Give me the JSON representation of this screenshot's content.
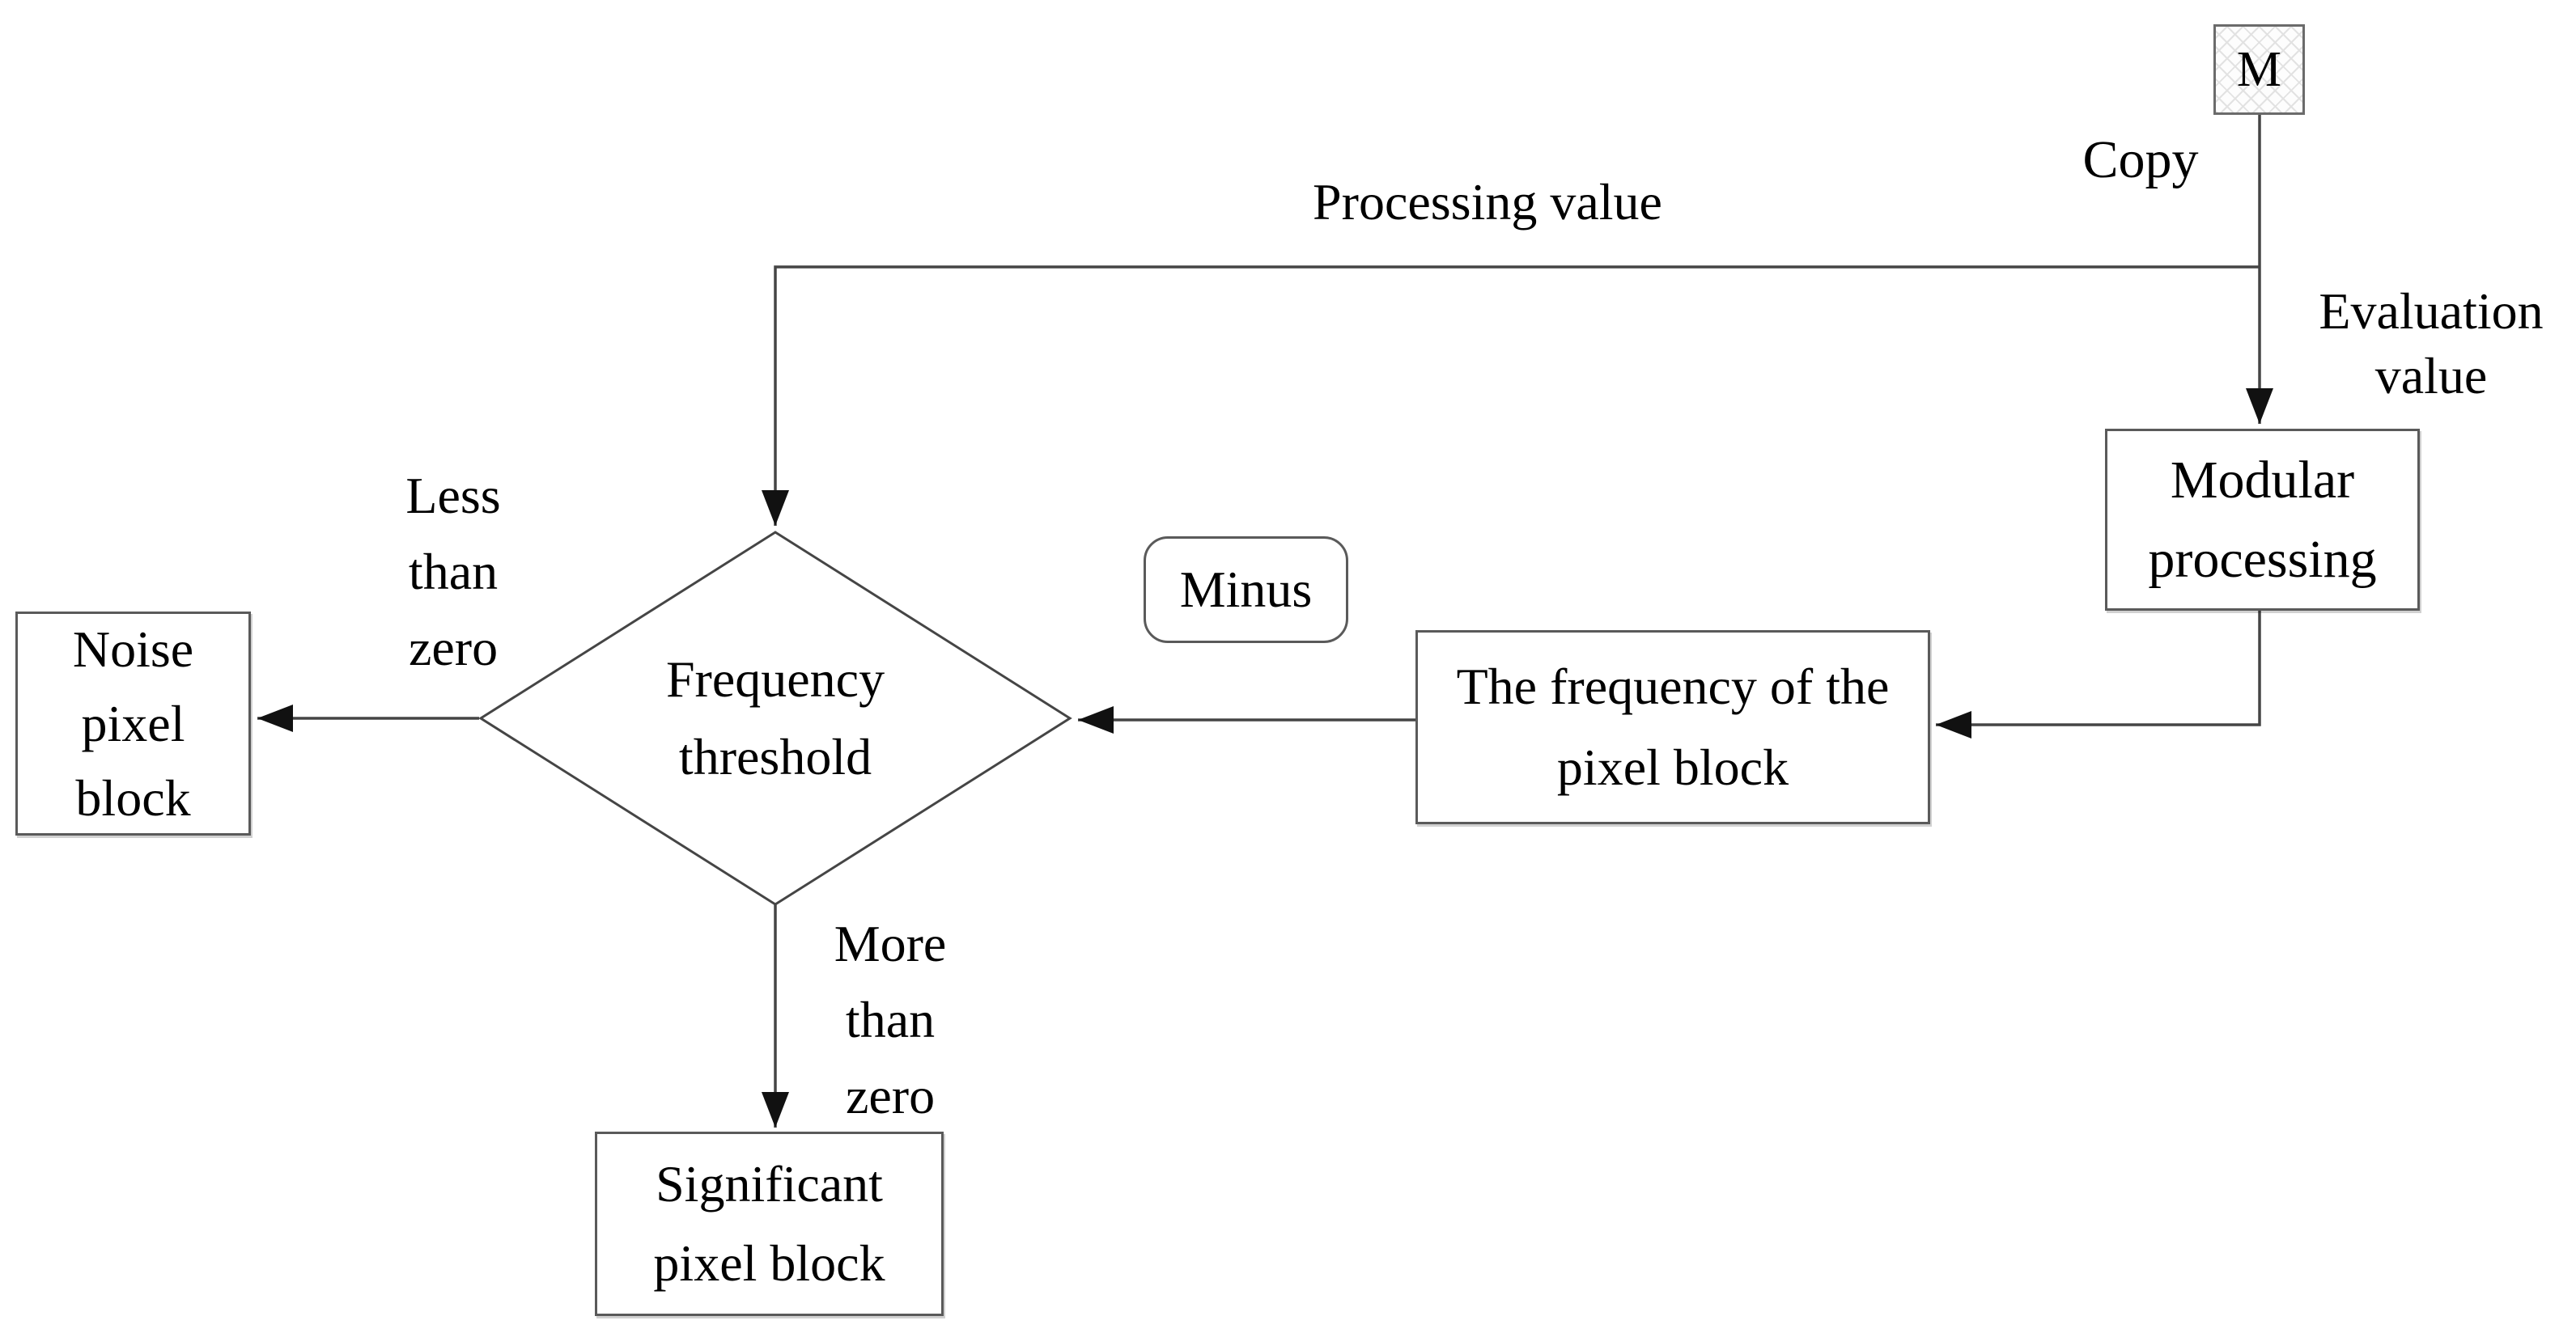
{
  "colors": {
    "background": "#ffffff",
    "line": "#454545",
    "box_border": "#5a5a5a",
    "arrowhead": "#111111",
    "text": "#000000"
  },
  "nodes": {
    "m_block": {
      "label": "M"
    },
    "modular_processing": {
      "lines": [
        "Modular",
        "processing"
      ]
    },
    "pixel_block_frequency": {
      "lines": [
        "The frequency of the",
        "pixel block"
      ]
    },
    "minus": {
      "label": "Minus"
    },
    "frequency_threshold": {
      "lines": [
        "Frequency",
        "threshold"
      ]
    },
    "noise_pixel_block": {
      "lines": [
        "Noise",
        "pixel",
        "block"
      ]
    },
    "significant_pixel_block": {
      "lines": [
        "Significant",
        "pixel block"
      ]
    }
  },
  "edge_labels": {
    "copy": {
      "label": "Copy"
    },
    "processing_value": {
      "label": "Processing value"
    },
    "evaluation_value": {
      "lines": [
        "Evaluation",
        "value"
      ]
    },
    "less_than_zero": {
      "lines": [
        "Less",
        "than",
        "zero"
      ]
    },
    "more_than_zero": {
      "lines": [
        "More",
        "than",
        "zero"
      ]
    }
  }
}
